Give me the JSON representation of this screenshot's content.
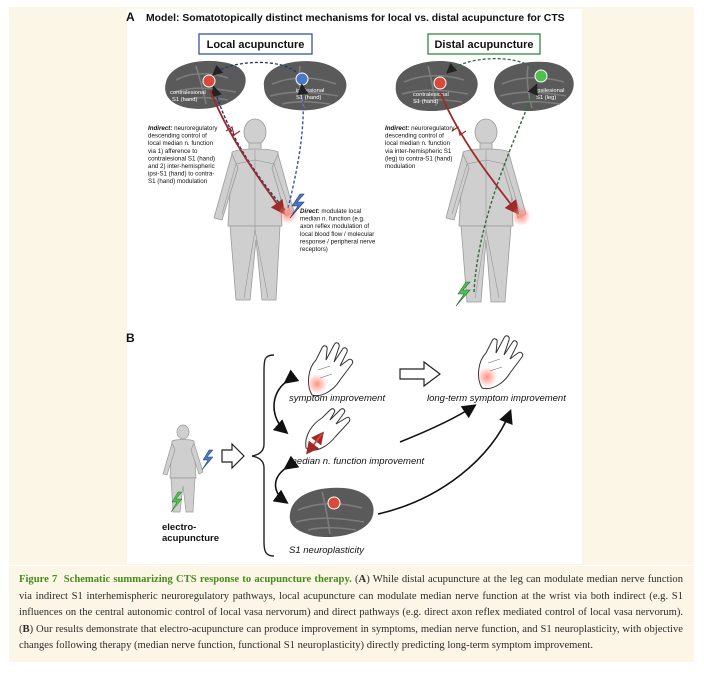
{
  "panel_a": {
    "letter": "A",
    "title": "Model: Somatotopically distinct mechanisms for local vs. distal acupuncture for CTS",
    "local_label": "Local acupuncture",
    "distal_label": "Distal acupuncture",
    "local_contra_line1": "contralesional",
    "local_contra_line2": "S1 (hand)",
    "local_ipsi_line1": "ipsilesional",
    "local_ipsi_line2": "S1 (hand)",
    "distal_contra_line1": "contralesional",
    "distal_contra_line2": "S1 (hand)",
    "distal_ipsi_line1": "ipsilesional",
    "distal_ipsi_line2": "S1 (leg)",
    "local_indirect_lines": [
      "Indirect: neuroregulatory",
      "descending control of",
      "local median n. function",
      "via 1) afference to",
      "contralesional S1 (hand)",
      "and 2) inter-hemispheric",
      "ipsi-S1 (hand) to contra-",
      "S1 (hand) modulation"
    ],
    "local_direct_lines": [
      "Direct: modulate local",
      "median n. function (e.g.",
      "axon reflex modulation of",
      "local blood flow / molecular",
      "response / peripheral nerve",
      "receptors)"
    ],
    "distal_indirect_lines": [
      "Indirect: neuroregulatory",
      "descending control of",
      "local median n. function",
      "via inter-hemispheric S1",
      "(leg) to contra-S1 (hand)",
      "modulation"
    ]
  },
  "panel_b": {
    "letter": "B",
    "symptom": "symptom improvement",
    "median": "median n. function improvement",
    "s1": "S1 neuroplasticity",
    "longterm": "long-term symptom improvement",
    "electro_line1": "electro-",
    "electro_line2": "acupuncture"
  },
  "caption": {
    "fig_num": "Figure 7",
    "fig_title": "Schematic summarizing CTS response to acupuncture therapy.",
    "s1": " (",
    "a_letter": "A",
    "s2": ") While distal acupuncture at the leg can modulate median nerve function via indirect S1 interhemispheric neuroregulatory pathways, local acupuncture can modulate median nerve function at the wrist via both indirect (e.g. S1 influences on the central autonomic control of local vasa nervorum) and direct pathways (e.g. direct axon reflex mediated control of local vasa nervorum). (",
    "b_letter": "B",
    "s3": ") Our results demonstrate that electro-acupuncture can produce improvement in symptoms, median nerve function, and S1 neuroplasticity, with objective changes following therapy (median nerve function, functional S1 neuroplasticity) directly predicting long-term symptom improvement."
  },
  "colors": {
    "local_box": "#3355aa",
    "distal_box": "#2e8b3a",
    "brain": "#555555",
    "body": "#c8c8c8",
    "red_dot": "#d94a3a",
    "blue_dot": "#4a78c8",
    "green_dot": "#4fbf4f",
    "caption_green": "#4a8a1f"
  }
}
